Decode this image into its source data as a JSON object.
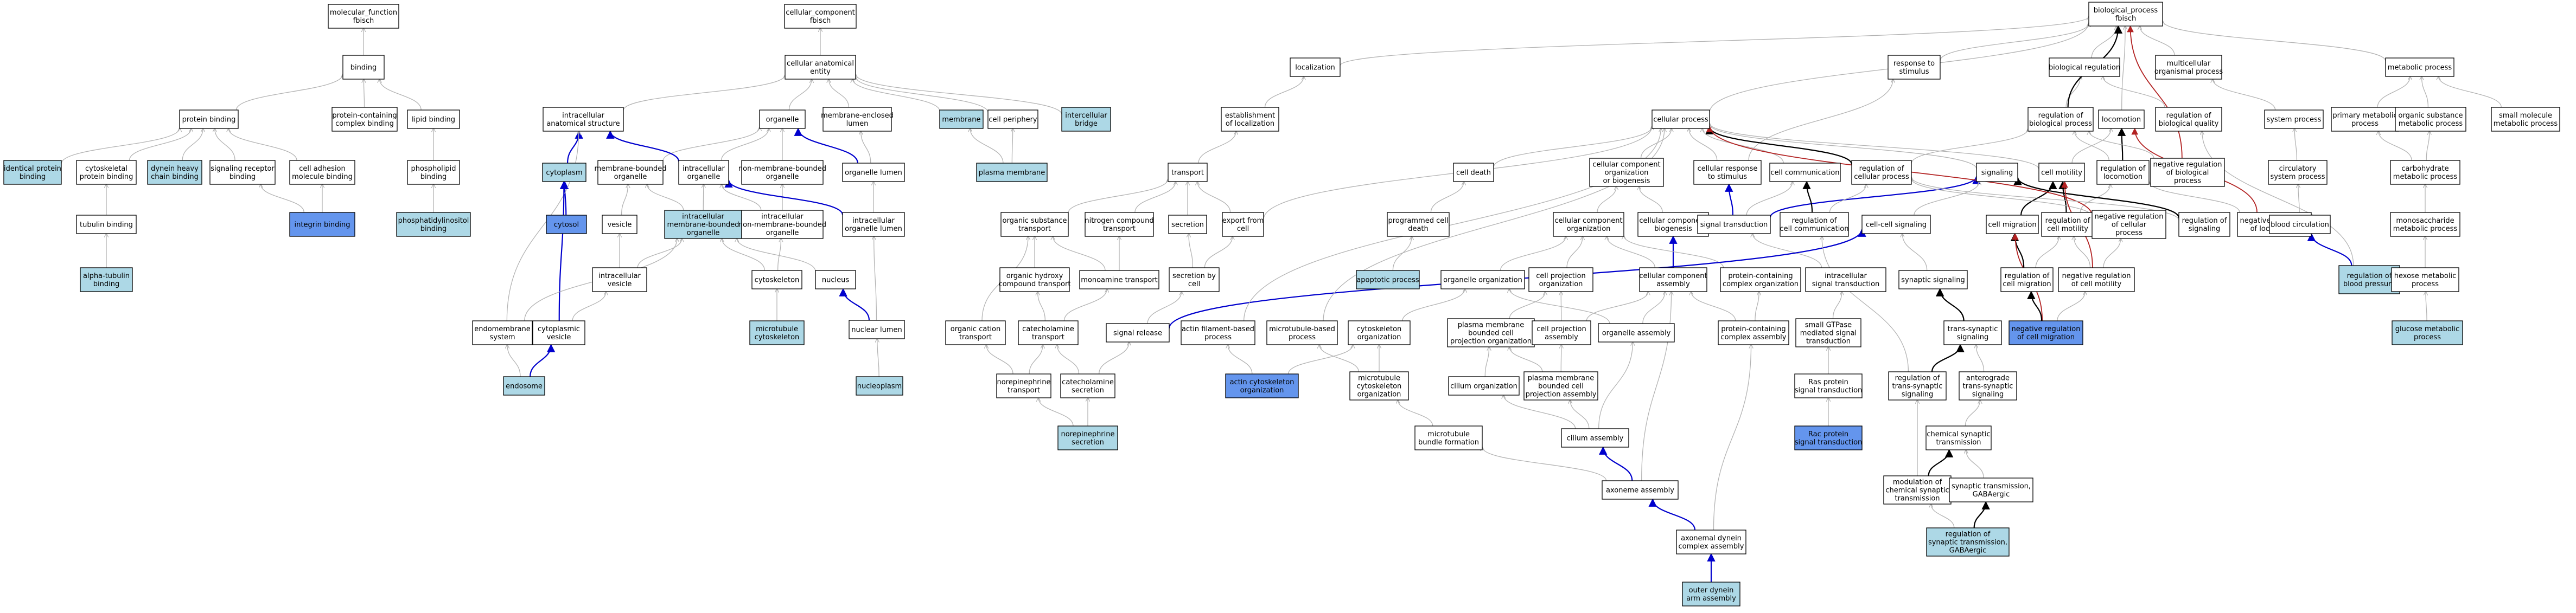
{
  "colors": {
    "plain": "#ffffff",
    "light": "#add8e6",
    "dark": "#6495ed",
    "edge_gray": "#b3b3b3",
    "edge_black": "#000000",
    "edge_red": "#b22222",
    "edge_blue": "#0000cd"
  },
  "nodes": [
    {
      "id": "mf",
      "lines": [
        "molecular_function",
        "fbisch"
      ],
      "style": "plain"
    },
    {
      "id": "binding",
      "lines": [
        "binding"
      ],
      "style": "plain"
    },
    {
      "id": "proteinbinding",
      "lines": [
        "protein binding"
      ],
      "style": "plain"
    },
    {
      "id": "protcontbind",
      "lines": [
        "protein-containing",
        "complex binding"
      ],
      "style": "plain"
    },
    {
      "id": "lipidbind",
      "lines": [
        "lipid binding"
      ],
      "style": "plain"
    },
    {
      "id": "identprot",
      "lines": [
        "identical protein",
        "binding"
      ],
      "style": "light"
    },
    {
      "id": "cytoskprot",
      "lines": [
        "cytoskeletal",
        "protein binding"
      ],
      "style": "plain"
    },
    {
      "id": "dynein",
      "lines": [
        "dynein heavy",
        "chain binding"
      ],
      "style": "light"
    },
    {
      "id": "sigrec",
      "lines": [
        "signaling receptor",
        "binding"
      ],
      "style": "plain"
    },
    {
      "id": "celladh",
      "lines": [
        "cell adhesion",
        "molecule binding"
      ],
      "style": "plain"
    },
    {
      "id": "phosphol",
      "lines": [
        "phospholipid",
        "binding"
      ],
      "style": "plain"
    },
    {
      "id": "tubbind",
      "lines": [
        "tubulin binding"
      ],
      "style": "plain"
    },
    {
      "id": "integrin",
      "lines": [
        "integrin binding"
      ],
      "style": "dark"
    },
    {
      "id": "phosphoino",
      "lines": [
        "phosphatidylinositol",
        "binding"
      ],
      "style": "light"
    },
    {
      "id": "alphatub",
      "lines": [
        "alpha-tubulin",
        "binding"
      ],
      "style": "light"
    },
    {
      "id": "cc",
      "lines": [
        "cellular_component",
        "fbisch"
      ],
      "style": "plain"
    },
    {
      "id": "cae",
      "lines": [
        "cellular anatomical",
        "entity"
      ],
      "style": "plain"
    },
    {
      "id": "ias",
      "lines": [
        "intracellular",
        "anatomical structure"
      ],
      "style": "plain"
    },
    {
      "id": "organelle",
      "lines": [
        "organelle"
      ],
      "style": "plain"
    },
    {
      "id": "memlumen",
      "lines": [
        "membrane-enclosed",
        "lumen"
      ],
      "style": "plain"
    },
    {
      "id": "membrane",
      "lines": [
        "membrane"
      ],
      "style": "light"
    },
    {
      "id": "cellperiph",
      "lines": [
        "cell periphery"
      ],
      "style": "plain"
    },
    {
      "id": "intbridge",
      "lines": [
        "intercellular",
        "bridge"
      ],
      "style": "light"
    },
    {
      "id": "cytoplasm",
      "lines": [
        "cytoplasm"
      ],
      "style": "light"
    },
    {
      "id": "mbo",
      "lines": [
        "membrane-bounded",
        "organelle"
      ],
      "style": "plain"
    },
    {
      "id": "intorg",
      "lines": [
        "intracellular",
        "organelle"
      ],
      "style": "plain"
    },
    {
      "id": "nonmbo",
      "lines": [
        "non-membrane-bounded",
        "organelle"
      ],
      "style": "plain"
    },
    {
      "id": "orglumen",
      "lines": [
        "organelle lumen"
      ],
      "style": "plain"
    },
    {
      "id": "plasmamem",
      "lines": [
        "plasma membrane"
      ],
      "style": "light"
    },
    {
      "id": "cytosol",
      "lines": [
        "cytosol"
      ],
      "style": "dark"
    },
    {
      "id": "vesicle",
      "lines": [
        "vesicle"
      ],
      "style": "plain"
    },
    {
      "id": "intmbo",
      "lines": [
        "intracellular",
        "membrane-bounded",
        "organelle"
      ],
      "style": "light"
    },
    {
      "id": "intnonmbo",
      "lines": [
        "intracellular",
        "non-membrane-bounded",
        "organelle"
      ],
      "style": "plain"
    },
    {
      "id": "intorglumen",
      "lines": [
        "intracellular",
        "organelle lumen"
      ],
      "style": "plain"
    },
    {
      "id": "intvesicle",
      "lines": [
        "intracellular",
        "vesicle"
      ],
      "style": "plain"
    },
    {
      "id": "cytoskeleton",
      "lines": [
        "cytoskeleton"
      ],
      "style": "plain"
    },
    {
      "id": "nucleus",
      "lines": [
        "nucleus"
      ],
      "style": "plain"
    },
    {
      "id": "mtcytosk",
      "lines": [
        "microtubule",
        "cytoskeleton"
      ],
      "style": "light"
    },
    {
      "id": "nuclumen",
      "lines": [
        "nuclear lumen"
      ],
      "style": "plain"
    },
    {
      "id": "endomem",
      "lines": [
        "endomembrane",
        "system"
      ],
      "style": "plain"
    },
    {
      "id": "cytovesicle",
      "lines": [
        "cytoplasmic",
        "vesicle"
      ],
      "style": "plain"
    },
    {
      "id": "endosome",
      "lines": [
        "endosome"
      ],
      "style": "light"
    },
    {
      "id": "nucleoplasm",
      "lines": [
        "nucleoplasm"
      ],
      "style": "light"
    },
    {
      "id": "bp",
      "lines": [
        "biological_process",
        "fbisch"
      ],
      "style": "plain"
    },
    {
      "id": "localization",
      "lines": [
        "localization"
      ],
      "style": "plain"
    },
    {
      "id": "resp",
      "lines": [
        "response to",
        "stimulus"
      ],
      "style": "plain"
    },
    {
      "id": "bioreg",
      "lines": [
        "biological regulation"
      ],
      "style": "plain"
    },
    {
      "id": "multicell",
      "lines": [
        "multicellular",
        "organismal process"
      ],
      "style": "plain"
    },
    {
      "id": "metab",
      "lines": [
        "metabolic process"
      ],
      "style": "plain"
    },
    {
      "id": "estloc",
      "lines": [
        "establishment",
        "of localization"
      ],
      "style": "plain"
    },
    {
      "id": "cellproc",
      "lines": [
        "cellular process"
      ],
      "style": "plain"
    },
    {
      "id": "regbp",
      "lines": [
        "regulation of",
        "biological process"
      ],
      "style": "plain"
    },
    {
      "id": "locomotion",
      "lines": [
        "locomotion"
      ],
      "style": "plain"
    },
    {
      "id": "regbq",
      "lines": [
        "regulation of",
        "biological quality"
      ],
      "style": "plain"
    },
    {
      "id": "sysproc",
      "lines": [
        "system process"
      ],
      "style": "plain"
    },
    {
      "id": "primmetab",
      "lines": [
        "primary metabolic",
        "process"
      ],
      "style": "plain"
    },
    {
      "id": "orgsubmetab",
      "lines": [
        "organic substance",
        "metabolic process"
      ],
      "style": "plain"
    },
    {
      "id": "smallmol",
      "lines": [
        "small molecule",
        "metabolic process"
      ],
      "style": "plain"
    },
    {
      "id": "transport",
      "lines": [
        "transport"
      ],
      "style": "plain"
    },
    {
      "id": "celldeath",
      "lines": [
        "cell death"
      ],
      "style": "plain"
    },
    {
      "id": "ccob",
      "lines": [
        "cellular component",
        "organization",
        "or biogenesis"
      ],
      "style": "plain"
    },
    {
      "id": "cellresp",
      "lines": [
        "cellular response",
        "to stimulus"
      ],
      "style": "plain"
    },
    {
      "id": "cellcomm",
      "lines": [
        "cell communication"
      ],
      "style": "plain"
    },
    {
      "id": "regcellproc",
      "lines": [
        "regulation of",
        "cellular process"
      ],
      "style": "plain"
    },
    {
      "id": "signaling",
      "lines": [
        "signaling"
      ],
      "style": "plain"
    },
    {
      "id": "cellmot",
      "lines": [
        "cell motility"
      ],
      "style": "plain"
    },
    {
      "id": "regloco",
      "lines": [
        "regulation of",
        "locomotion"
      ],
      "style": "plain"
    },
    {
      "id": "negregbp",
      "lines": [
        "negative regulation",
        "of biological",
        "process"
      ],
      "style": "plain"
    },
    {
      "id": "circ",
      "lines": [
        "circulatory",
        "system process"
      ],
      "style": "plain"
    },
    {
      "id": "carbmetab",
      "lines": [
        "carbohydrate",
        "metabolic process"
      ],
      "style": "plain"
    },
    {
      "id": "orgsubtrans",
      "lines": [
        "organic substance",
        "transport"
      ],
      "style": "plain"
    },
    {
      "id": "nitrotrans",
      "lines": [
        "nitrogen compound",
        "transport"
      ],
      "style": "plain"
    },
    {
      "id": "secretion",
      "lines": [
        "secretion"
      ],
      "style": "plain"
    },
    {
      "id": "exportcell",
      "lines": [
        "export from",
        "cell"
      ],
      "style": "plain"
    },
    {
      "id": "pcd",
      "lines": [
        "programmed cell",
        "death"
      ],
      "style": "plain"
    },
    {
      "id": "ccorg",
      "lines": [
        "cellular component",
        "organization"
      ],
      "style": "plain"
    },
    {
      "id": "ccbio",
      "lines": [
        "cellular component",
        "biogenesis"
      ],
      "style": "plain"
    },
    {
      "id": "sigtrans",
      "lines": [
        "signal transduction"
      ],
      "style": "plain"
    },
    {
      "id": "regcellcomm",
      "lines": [
        "regulation of",
        "cell communication"
      ],
      "style": "plain"
    },
    {
      "id": "cellcellsig",
      "lines": [
        "cell-cell signaling"
      ],
      "style": "plain"
    },
    {
      "id": "cellmig",
      "lines": [
        "cell migration"
      ],
      "style": "plain"
    },
    {
      "id": "regcellmot",
      "lines": [
        "regulation of",
        "cell motility"
      ],
      "style": "plain"
    },
    {
      "id": "negregcellproc",
      "lines": [
        "negative regulation",
        "of cellular",
        "process"
      ],
      "style": "plain"
    },
    {
      "id": "regsig",
      "lines": [
        "regulation of",
        "signaling"
      ],
      "style": "plain"
    },
    {
      "id": "negregloco",
      "lines": [
        "negative regulation",
        "of locomotion"
      ],
      "style": "plain"
    },
    {
      "id": "bloodcirc",
      "lines": [
        "blood circulation"
      ],
      "style": "plain"
    },
    {
      "id": "monosacc",
      "lines": [
        "monosaccharide",
        "metabolic process"
      ],
      "style": "plain"
    },
    {
      "id": "orghydroxy",
      "lines": [
        "organic hydroxy",
        "compound transport"
      ],
      "style": "plain"
    },
    {
      "id": "monoamine",
      "lines": [
        "monoamine transport"
      ],
      "style": "plain"
    },
    {
      "id": "secbycell",
      "lines": [
        "secretion by",
        "cell"
      ],
      "style": "plain"
    },
    {
      "id": "apoptotic",
      "lines": [
        "apoptotic process"
      ],
      "style": "light"
    },
    {
      "id": "orgorg",
      "lines": [
        "organelle organization"
      ],
      "style": "plain"
    },
    {
      "id": "cellprojorg",
      "lines": [
        "cell projection",
        "organization"
      ],
      "style": "plain"
    },
    {
      "id": "ccassembly",
      "lines": [
        "cellular component",
        "assembly"
      ],
      "style": "plain"
    },
    {
      "id": "protcomplexorg",
      "lines": [
        "protein-containing",
        "complex organization"
      ],
      "style": "plain"
    },
    {
      "id": "intsigtrans",
      "lines": [
        "intracellular",
        "signal transduction"
      ],
      "style": "plain"
    },
    {
      "id": "synsig",
      "lines": [
        "synaptic signaling"
      ],
      "style": "plain"
    },
    {
      "id": "regcellmig",
      "lines": [
        "regulation of",
        "cell migration"
      ],
      "style": "plain"
    },
    {
      "id": "negregcellmot",
      "lines": [
        "negative regulation",
        "of cell motility"
      ],
      "style": "plain"
    },
    {
      "id": "regbloodpress",
      "lines": [
        "regulation of",
        "blood pressure"
      ],
      "style": "light"
    },
    {
      "id": "hexose",
      "lines": [
        "hexose metabolic",
        "process"
      ],
      "style": "plain"
    },
    {
      "id": "orgcation",
      "lines": [
        "organic cation",
        "transport"
      ],
      "style": "plain"
    },
    {
      "id": "catechol",
      "lines": [
        "catecholamine",
        "transport"
      ],
      "style": "plain"
    },
    {
      "id": "signalrel",
      "lines": [
        "signal release"
      ],
      "style": "plain"
    },
    {
      "id": "actinproc",
      "lines": [
        "actin filament-based",
        "process"
      ],
      "style": "plain"
    },
    {
      "id": "mtproc",
      "lines": [
        "microtubule-based",
        "process"
      ],
      "style": "plain"
    },
    {
      "id": "cytoskorg",
      "lines": [
        "cytoskeleton",
        "organization"
      ],
      "style": "plain"
    },
    {
      "id": "pmbcpo",
      "lines": [
        "plasma membrane",
        "bounded cell",
        "projection organization"
      ],
      "style": "plain"
    },
    {
      "id": "cellprojasm",
      "lines": [
        "cell projection",
        "assembly"
      ],
      "style": "plain"
    },
    {
      "id": "orgasm",
      "lines": [
        "organelle assembly"
      ],
      "style": "plain"
    },
    {
      "id": "protcomplexasm",
      "lines": [
        "protein-containing",
        "complex assembly"
      ],
      "style": "plain"
    },
    {
      "id": "smallgtpase",
      "lines": [
        "small GTPase",
        "mediated signal",
        "transduction"
      ],
      "style": "plain"
    },
    {
      "id": "transsyn",
      "lines": [
        "trans-synaptic",
        "signaling"
      ],
      "style": "plain"
    },
    {
      "id": "negregcellmig",
      "lines": [
        "negative regulation",
        "of cell migration"
      ],
      "style": "dark"
    },
    {
      "id": "glucose",
      "lines": [
        "glucose metabolic",
        "process"
      ],
      "style": "light"
    },
    {
      "id": "norepitrans",
      "lines": [
        "norepinephrine",
        "transport"
      ],
      "style": "plain"
    },
    {
      "id": "catecholsec",
      "lines": [
        "catecholamine",
        "secretion"
      ],
      "style": "plain"
    },
    {
      "id": "actincytoorg",
      "lines": [
        "actin cytoskeleton",
        "organization"
      ],
      "style": "dark"
    },
    {
      "id": "mtcytoorg",
      "lines": [
        "microtubule",
        "cytoskeleton",
        "organization"
      ],
      "style": "plain"
    },
    {
      "id": "ciliumorg",
      "lines": [
        "cilium organization"
      ],
      "style": "plain"
    },
    {
      "id": "pmbcpa",
      "lines": [
        "plasma membrane",
        "bounded cell",
        "projection assembly"
      ],
      "style": "plain"
    },
    {
      "id": "rassig",
      "lines": [
        "Ras protein",
        "signal transduction"
      ],
      "style": "plain"
    },
    {
      "id": "regtranssyn",
      "lines": [
        "regulation of",
        "trans-synaptic",
        "signaling"
      ],
      "style": "plain"
    },
    {
      "id": "anterograde",
      "lines": [
        "anterograde",
        "trans-synaptic",
        "signaling"
      ],
      "style": "plain"
    },
    {
      "id": "norepisec",
      "lines": [
        "norepinephrine",
        "secretion"
      ],
      "style": "light"
    },
    {
      "id": "mtbundle",
      "lines": [
        "microtubule",
        "bundle formation"
      ],
      "style": "plain"
    },
    {
      "id": "ciliumasm",
      "lines": [
        "cilium assembly"
      ],
      "style": "plain"
    },
    {
      "id": "racsig",
      "lines": [
        "Rac protein",
        "signal transduction"
      ],
      "style": "dark"
    },
    {
      "id": "chemsyn",
      "lines": [
        "chemical synaptic",
        "transmission"
      ],
      "style": "plain"
    },
    {
      "id": "axonemeasm",
      "lines": [
        "axoneme assembly"
      ],
      "style": "plain"
    },
    {
      "id": "modchemsyn",
      "lines": [
        "modulation of",
        "chemical synaptic",
        "transmission"
      ],
      "style": "plain"
    },
    {
      "id": "gaba",
      "lines": [
        "synaptic transmission,",
        "GABAergic"
      ],
      "style": "plain"
    },
    {
      "id": "axondynein",
      "lines": [
        "axonemal dynein",
        "complex assembly"
      ],
      "style": "plain"
    },
    {
      "id": "regsyngaba",
      "lines": [
        "regulation of",
        "synaptic transmission,",
        "GABAergic"
      ],
      "style": "light"
    },
    {
      "id": "outerdynein",
      "lines": [
        "outer dynein",
        "arm assembly"
      ],
      "style": "light"
    }
  ]
}
